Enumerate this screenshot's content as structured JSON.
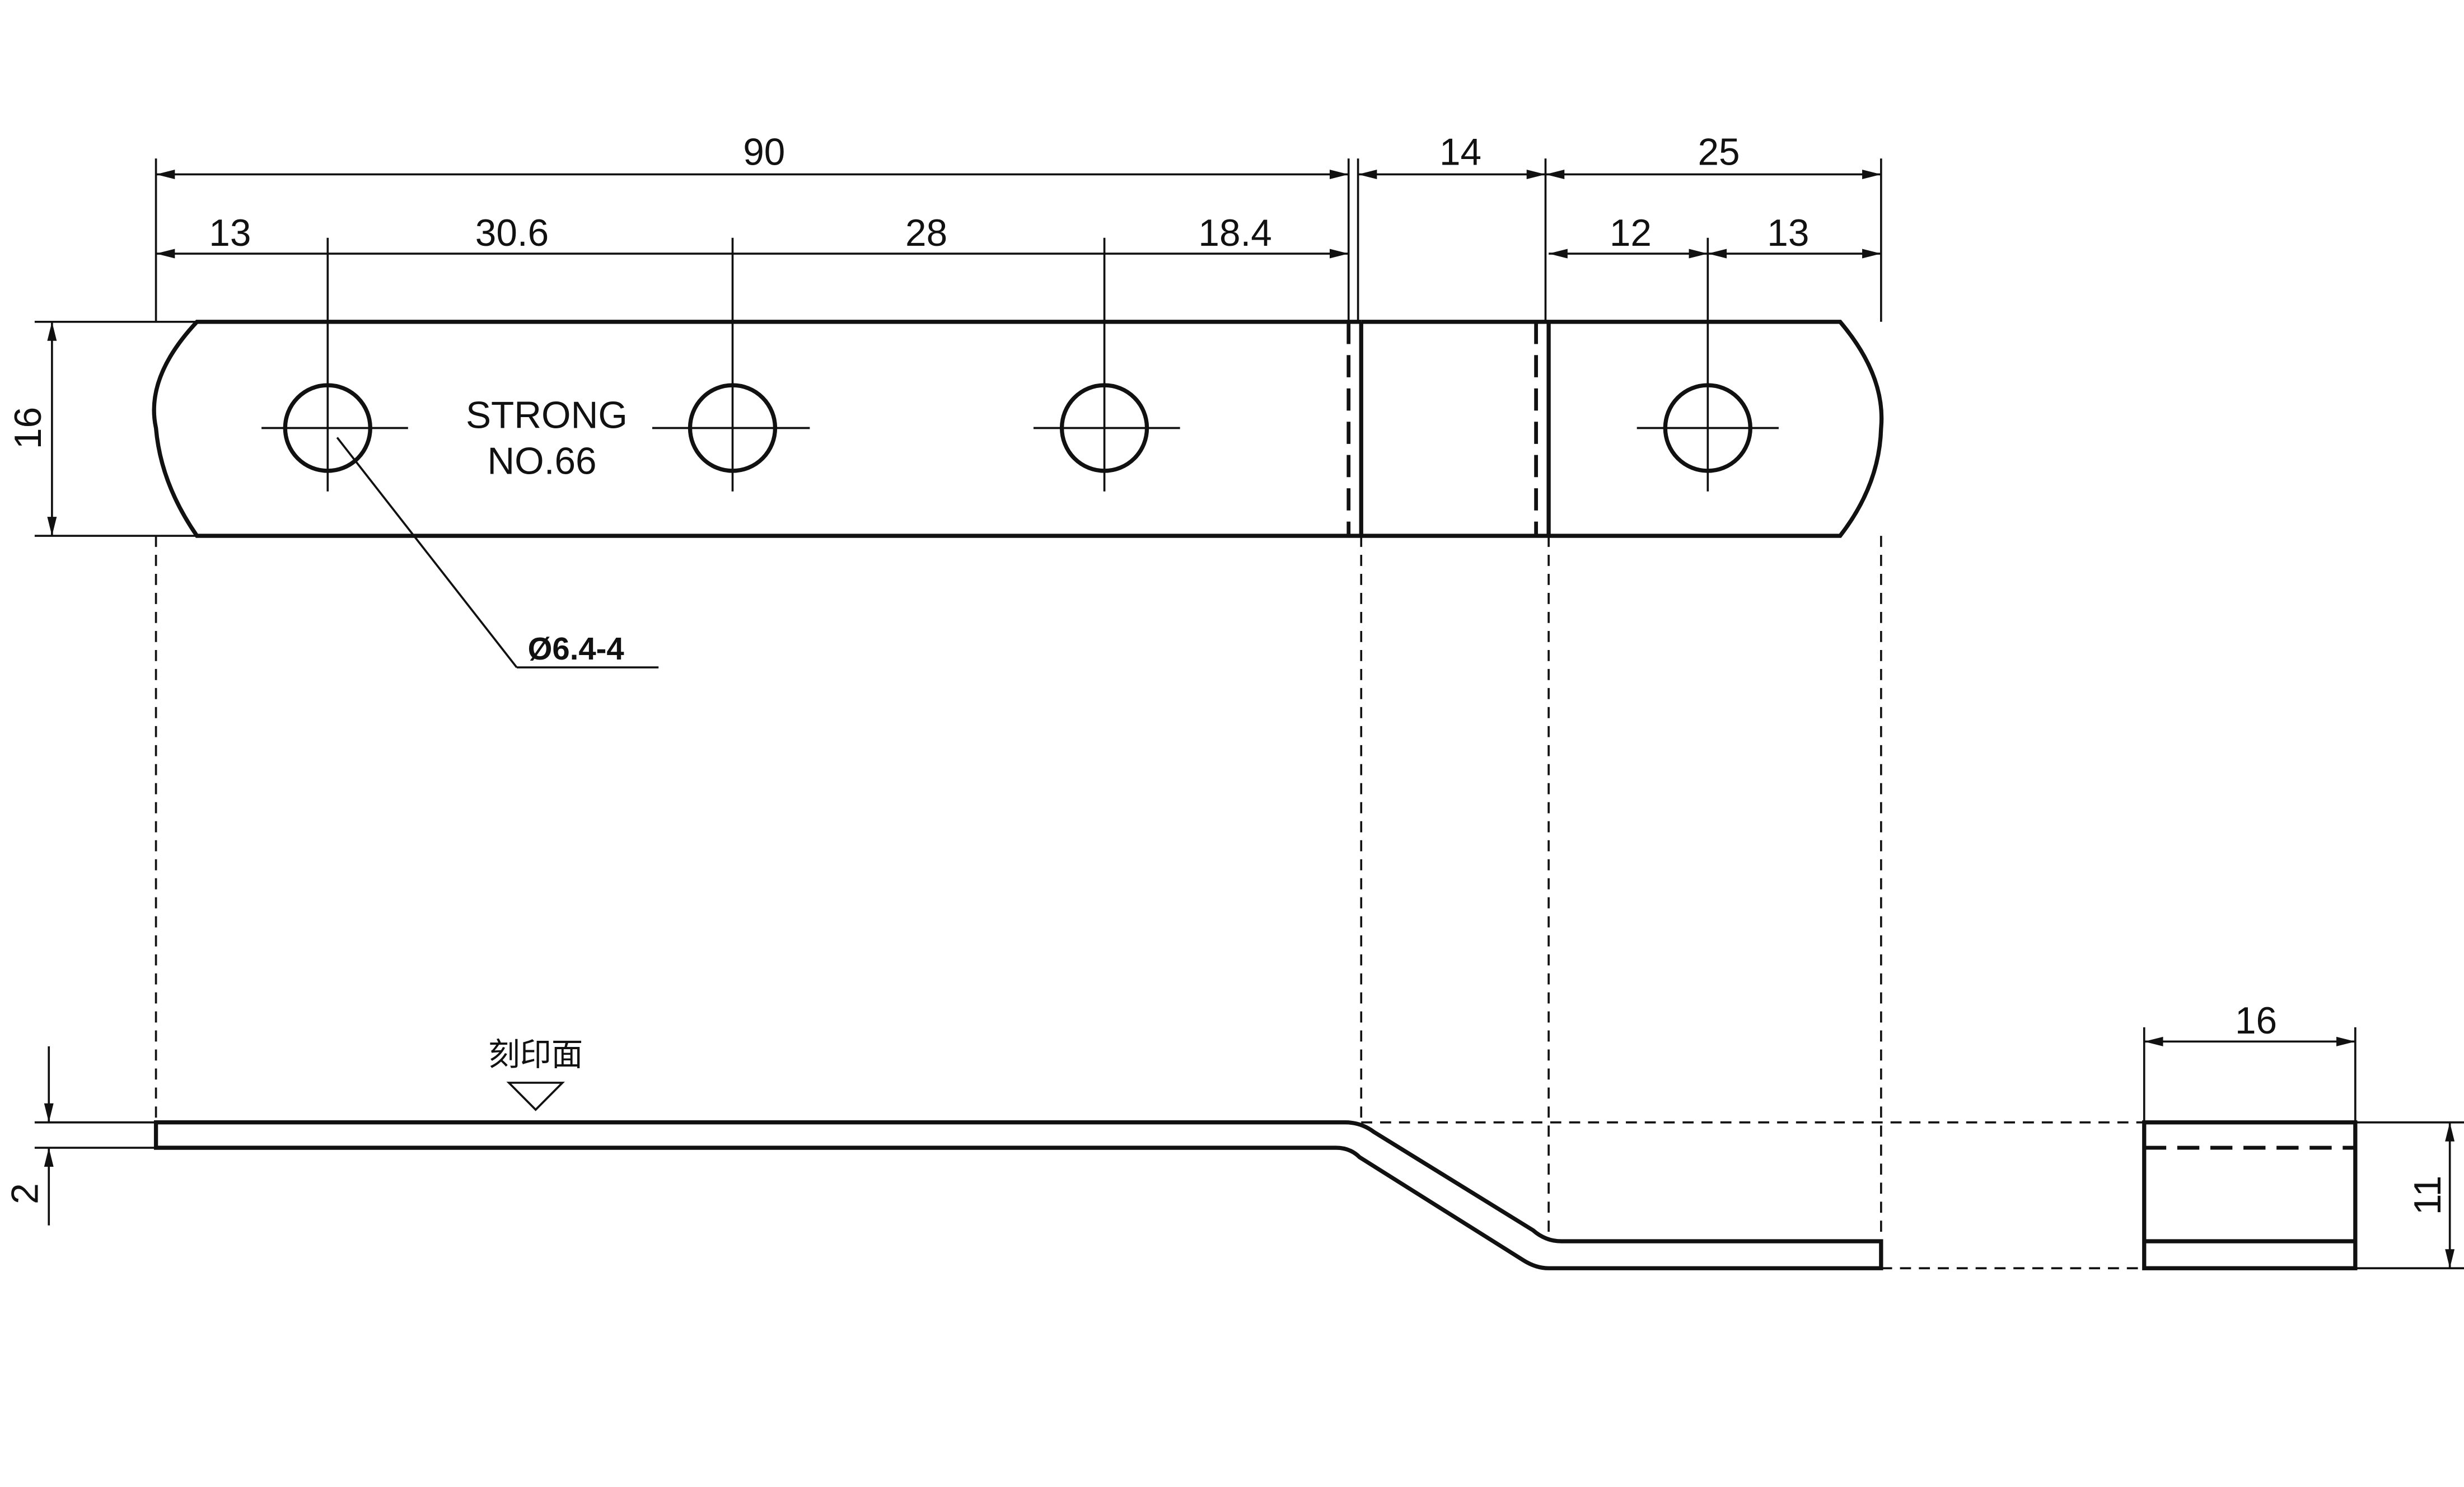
{
  "drawing": {
    "dimensions": {
      "overall_left": "90",
      "bend_section": "14",
      "right_section": "25",
      "left_end_to_hole1": "13",
      "hole1_to_hole2": "30.6",
      "hole2_to_hole3": "28",
      "hole3_to_bend": "18.4",
      "bend_to_hole4": "12",
      "hole4_to_end": "13",
      "width": "16",
      "thickness": "2",
      "side_view_width": "16",
      "offset_height": "11"
    },
    "stamp_line1": "STRONG",
    "stamp_line2": "NO.66",
    "hole_callout": "Ø6.4-4",
    "marking_surface_label": "刻印面"
  }
}
